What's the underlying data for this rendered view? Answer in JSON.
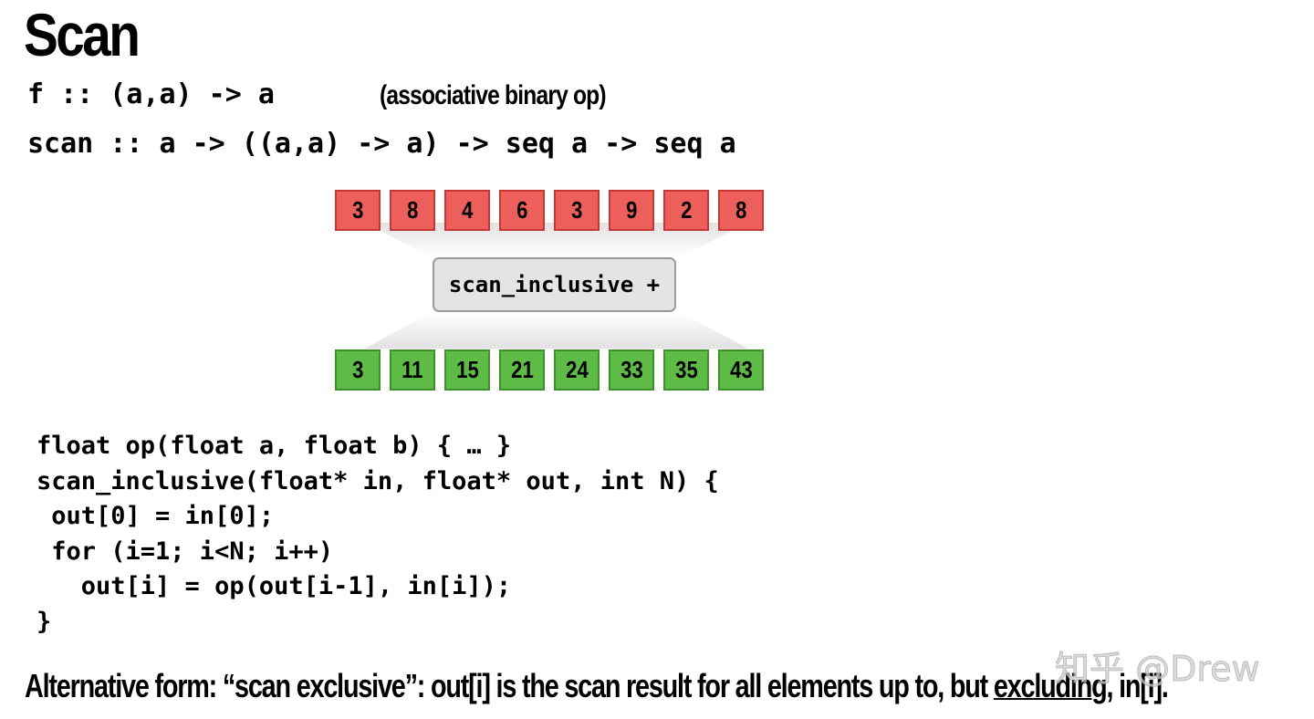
{
  "title": "Scan",
  "signatures": {
    "f_type": "f :: (a,a) -> a",
    "f_note": "(associative binary op)",
    "scan_type": "scan :: a -> ((a,a) -> a) -> seq a -> seq a"
  },
  "diagram": {
    "input": [
      "3",
      "8",
      "4",
      "6",
      "3",
      "9",
      "2",
      "8"
    ],
    "operation": "scan_inclusive +",
    "output": [
      "3",
      "11",
      "15",
      "21",
      "24",
      "33",
      "35",
      "43"
    ],
    "colors": {
      "input_fill": "#ec5f5b",
      "output_fill": "#5dbb46",
      "op_fill": "#e4e4e4"
    }
  },
  "code": [
    "float op(float a, float b) { … }",
    "scan_inclusive(float* in, float* out, int N) {",
    " out[0] = in[0];",
    " for (i=1; i<N; i++)",
    "   out[i] = op(out[i-1], in[i]);",
    "}"
  ],
  "footer": {
    "before": "Alternative form: “scan exclusive”:  out[i] is the scan result for all elements up to, but ",
    "underlined": "excluding",
    "after": ", in[i]."
  },
  "watermark": "知乎 @Drew"
}
